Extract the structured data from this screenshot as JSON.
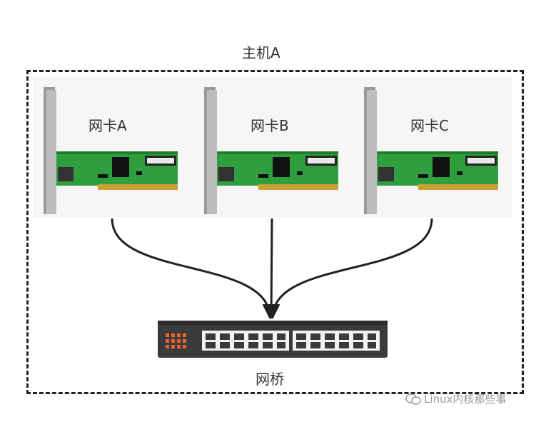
{
  "host": {
    "label": "主机A"
  },
  "nics": [
    {
      "label": "网卡A"
    },
    {
      "label": "网卡B"
    },
    {
      "label": "网卡C"
    }
  ],
  "bridge": {
    "label": "网桥"
  },
  "watermark": {
    "text": "Linux内核那些事"
  },
  "colors": {
    "pcb": "#2e9e3e",
    "pcb_dark": "#1f7a2c",
    "bracket": "#9a9a9a",
    "switch_body": "#3a3a3a",
    "port_led": "#e8642c",
    "wire": "#222222"
  },
  "icons": [
    "network-card-icon",
    "switch-icon",
    "wechat-icon"
  ]
}
